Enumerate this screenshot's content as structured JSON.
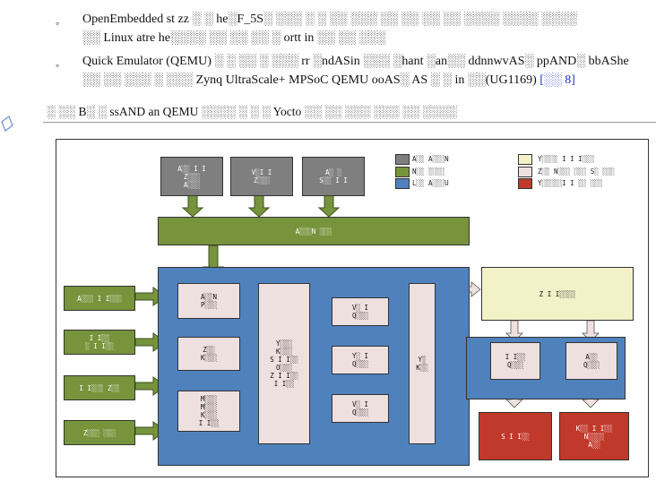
{
  "bullets": [
    {
      "text": "OpenEmbedded st zz ░ ░ he░F_5S░ ░░░ ░ ░ ░░ ░░░ ░░ ░░ ░░ ░░ ░░░░ ░░░░ ░░░░"
    },
    {
      "text": "░░ Linux atre he░░░░ ░░ ░░ ░░ ░ ortt in ░░ ░░ ░░░"
    },
    {
      "text": "Quick Emulator (QEMU) ░ ░ ░░ ░ ░░░ rr ░ndASin ░░░ ░hant ░an░░ ddnnwvAS░ ppAND░ bbAShe"
    },
    {
      "text": "░░ ░░ ░░░ ░ ░░░ Zynq UltraScale+ MPSoC QEMU ooAS░ AS ░ ░ in ░░(UG1169)",
      "ref": "[░░ 8]"
    }
  ],
  "caption": "░ ░░ B░ ░ ssAND an QEMU ░░░░ ░ ░ ░ Yocto ░░ ░░ ░░░ ░░░ ░░ ░░░░",
  "legend": [
    {
      "color": "#7f7f7f",
      "label": "A░░ A░░░N"
    },
    {
      "color": "#77933c",
      "label": "N░░ ░░░░"
    },
    {
      "color": "#4f81bd",
      "label": "L░░ A░░░U"
    },
    {
      "color": "#f3f1c8",
      "label": "Y░░░░ I I I░░░"
    },
    {
      "color": "#efe0e0",
      "label": "Z░░ N░░░ ░░░ S░ ░░░"
    },
    {
      "color": "#c0392b",
      "label": "Y░░░░░I I ░░ ░░░"
    }
  ],
  "diagram": {
    "top_inputs": [
      "A░░ I I\nZ░░░\nA░░░",
      "V░I I\nZ░░░",
      "A░ ░\nS░░ I I"
    ],
    "build_bar": "A░░░N ░░░",
    "left_inputs": [
      "A░░░ I I░░░",
      "I I░░\n░ I I░░",
      "I I░░░ Z░░",
      "Z░░░ ░░░"
    ],
    "stack": [
      "A░░N\nP░░░",
      "Z░░\nK░░░",
      "M░░░\nM░░░\nK░░░\nI I░░"
    ],
    "tall_box": "Y░░░\nK░░░\nS I I░░\nO░░░\nZ I I░░\nI I░░",
    "mid_boxes": [
      "V░ I\nQ░░░",
      "Y░ I\nQ░░░",
      "V░ I\nQ░░░"
    ],
    "narrow_box": "Y░\nK░░",
    "cream_box": "Z I I░░░░",
    "right_mid": [
      "I I░░\nQ░░░",
      "A░░\nQ░░░"
    ],
    "right_red": [
      "S I I░░",
      "K░░ I I░░\nN░░░░\nA░░"
    ]
  }
}
